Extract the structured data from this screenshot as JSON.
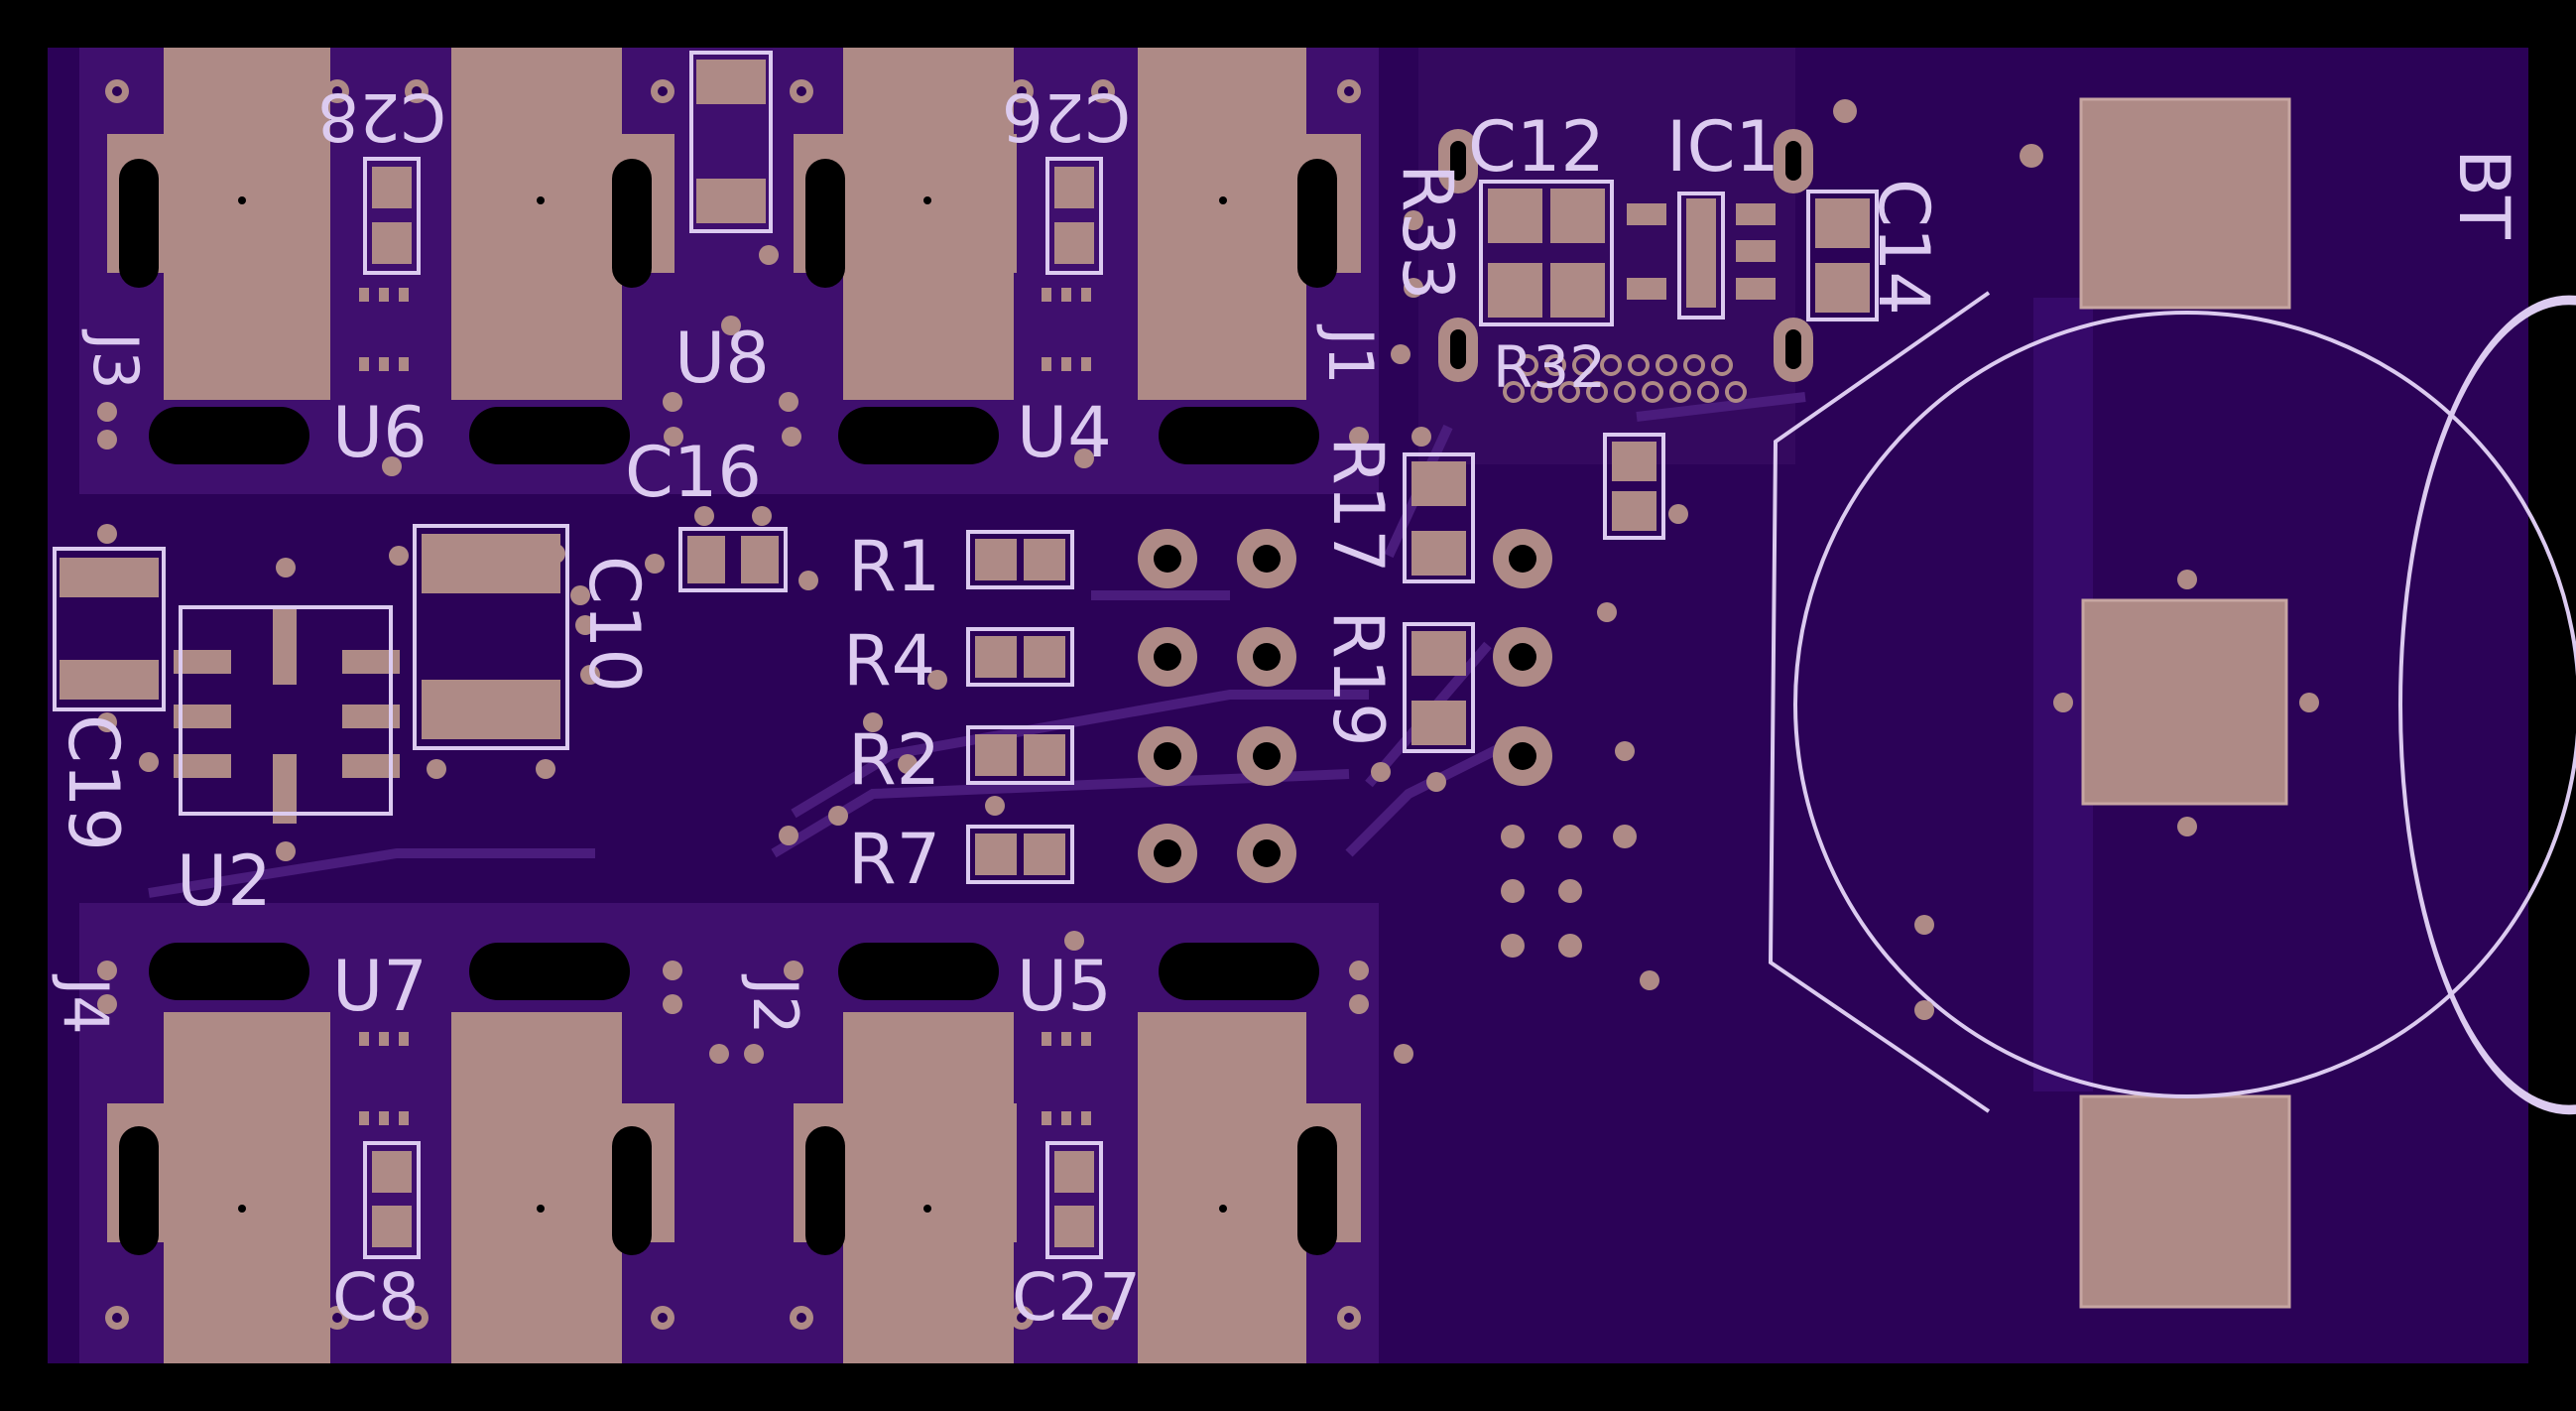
{
  "colors": {
    "frame": "#000000",
    "board": "#2b0257",
    "copper_pour": "#3f0f6e",
    "trace": "#4a1c7c",
    "pad": "#ae8a86",
    "pad_edge": "#c7a6a2",
    "silk": "#dccbf0",
    "drill": "#000000",
    "via_ring": "#ae8a86"
  },
  "labels": {
    "c28": "C28",
    "c26": "C26",
    "c12": "C12",
    "ic1": "IC1",
    "c14": "C14",
    "r33": "R33",
    "j3": "J3",
    "u6": "U6",
    "u8": "U8",
    "u4": "U4",
    "j1": "J1",
    "r32": "R32",
    "bt": "BT",
    "c16": "C16",
    "r17": "R17",
    "r1": "R1",
    "r4": "R4",
    "r2": "R2",
    "r7": "R7",
    "r19": "R19",
    "c10": "C10",
    "c19": "C19",
    "u2": "U2",
    "u7": "U7",
    "u5": "U5",
    "j4": "J4",
    "j2": "J2",
    "c8": "C8",
    "c27": "C27"
  }
}
